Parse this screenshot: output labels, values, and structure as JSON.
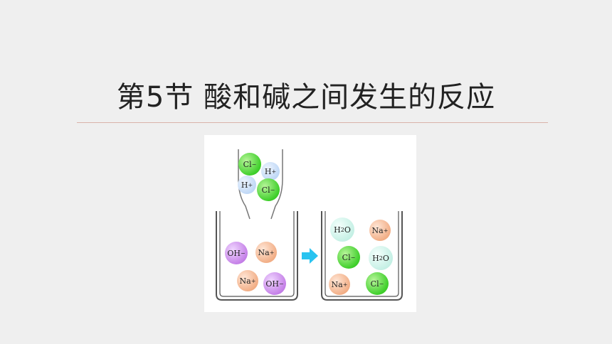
{
  "title": "第5节  酸和碱之间发生的反应",
  "ions": {
    "cl_minus": "Cl",
    "h_plus": "H",
    "oh_minus": "OH",
    "na_plus": "Na",
    "water_h": "H",
    "water_sub": "2",
    "water_o": "O",
    "plus_sign": "+",
    "minus_sign": "−"
  },
  "colors": {
    "cl": "#3fcf2b",
    "h": "#b9d4f5",
    "oh": "#c27be6",
    "na": "#f0a77c",
    "h2o": "#bfeee2",
    "arrow": "#29c3f0",
    "beaker": "#555555"
  }
}
